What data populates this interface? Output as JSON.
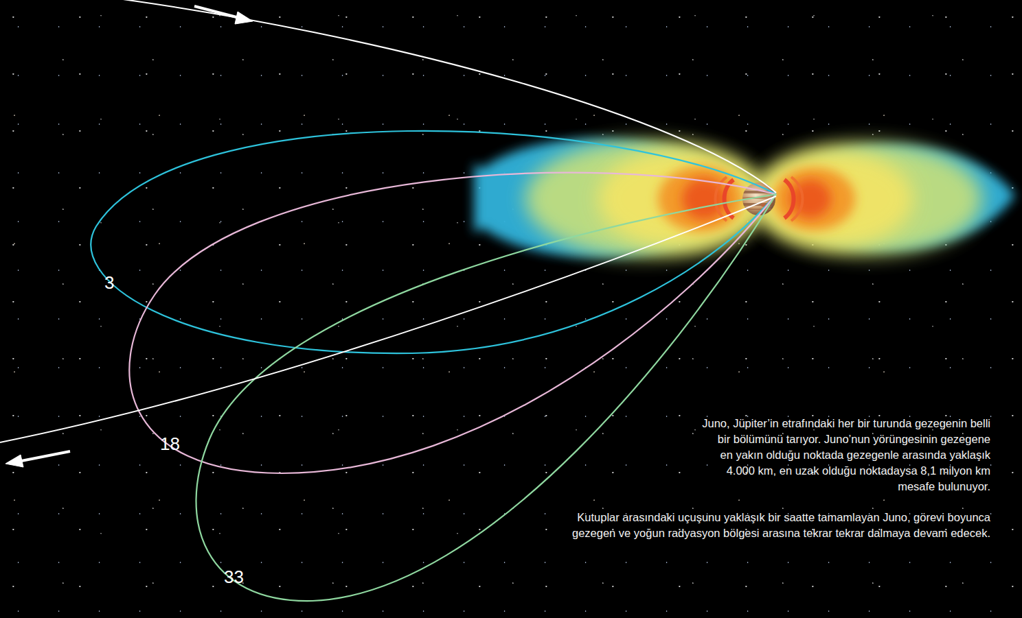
{
  "diagram": {
    "labels": [
      "3",
      "18",
      "33",
      "Juno, Jüpiter’in etrafındaki her bir turunda gezegenin belli bir bölümünü tarıyor. Juno’nun yörüngesinin gezegene en yakın olduğu noktada gezegenle arasında yaklaşık 4.000 km, en uzak olduğu noktadaysa 8,1 milyon km mesafe bulunuyor.",
      "Kutuplar arasındaki uçuşunu yaklaşık bir saatte tamamlayan Juno, görevi boyunca gezegen ve yoğun radyasyon bölgesi arasına tekrar tekrar dalmaya devam edecek."
    ]
  }
}
